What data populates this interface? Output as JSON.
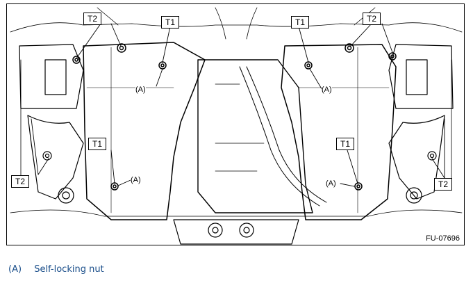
{
  "labels": {
    "t1": "T1",
    "t2": "T2",
    "a": "(A)"
  },
  "figure_id": "FU-07696",
  "legend": {
    "key": "(A)",
    "text": "Self-locking nut"
  },
  "colors": {
    "line": "#000000",
    "legend_text": "#1a4e8a"
  }
}
